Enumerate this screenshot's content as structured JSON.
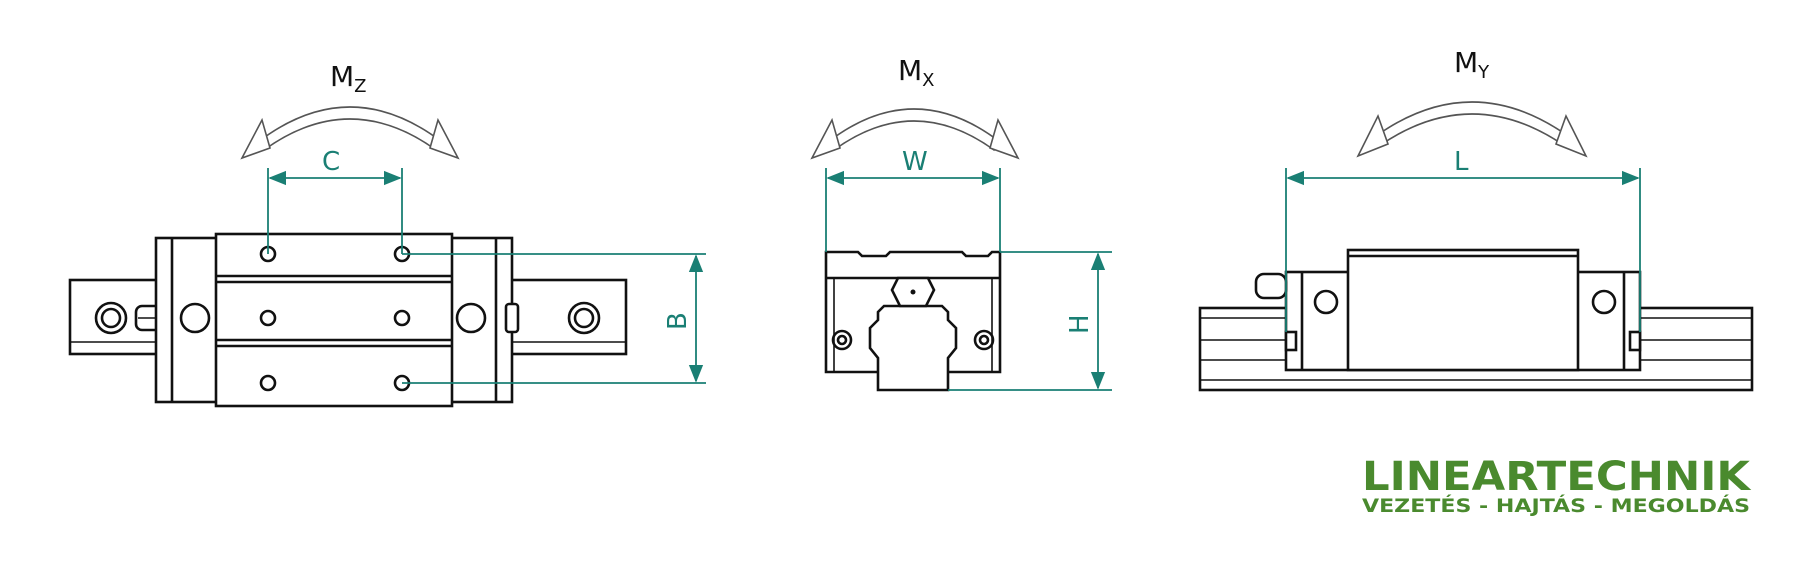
{
  "diagram": {
    "views": [
      {
        "id": "top",
        "moment": {
          "main": "M",
          "sub": "Z"
        },
        "dimensions": [
          {
            "label": "C"
          },
          {
            "label": "B"
          }
        ]
      },
      {
        "id": "front",
        "moment": {
          "main": "M",
          "sub": "X"
        },
        "dimensions": [
          {
            "label": "W"
          },
          {
            "label": "H"
          }
        ]
      },
      {
        "id": "side",
        "moment": {
          "main": "M",
          "sub": "Y"
        },
        "dimensions": [
          {
            "label": "L"
          }
        ]
      }
    ],
    "colors": {
      "dimension": "#1a7f74",
      "line": "#111111",
      "logo": "#4a8a2e"
    }
  },
  "logo": {
    "title": "LINEARTECHNIK",
    "tagline": "VEZETÉS - HAJTÁS - MEGOLDÁS"
  }
}
